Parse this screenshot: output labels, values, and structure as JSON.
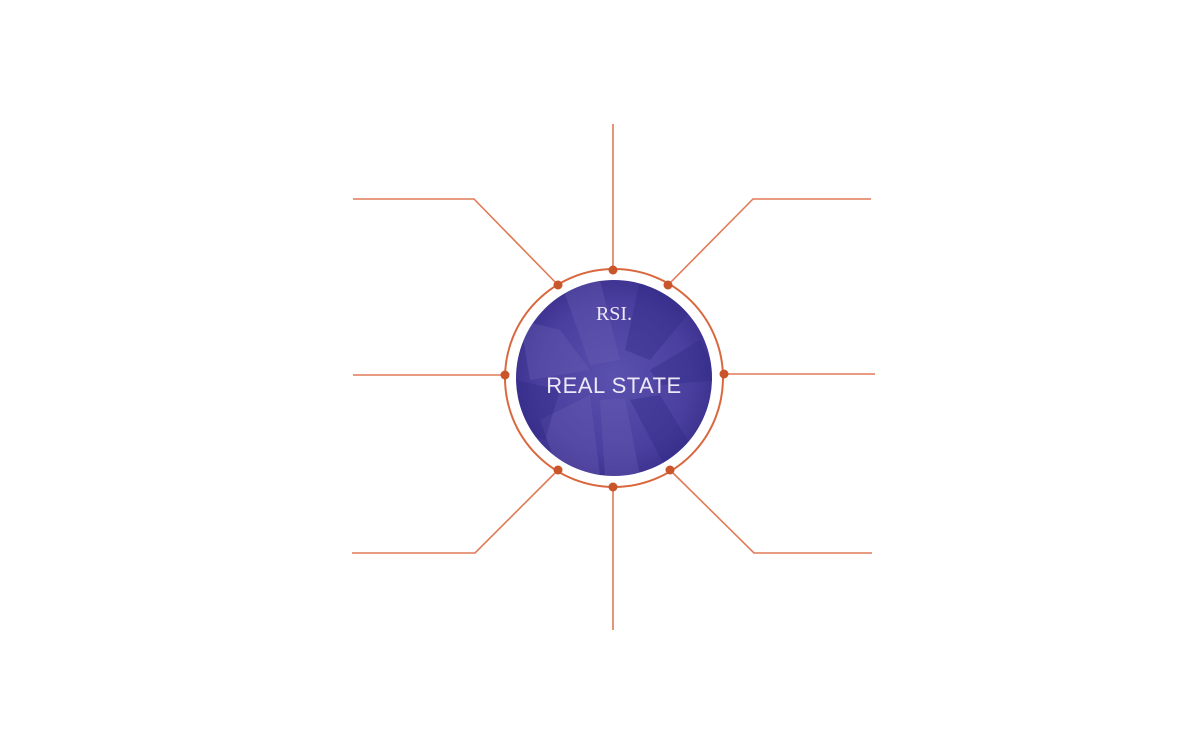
{
  "diagram": {
    "center_title": "REAL STATE",
    "logo_text": "RSI.",
    "colors": {
      "connector": "#e07a56",
      "ring": "#d9683f",
      "node_dot": "#c9552a",
      "disc_primary": "#4a3f9e",
      "disc_dark": "#3a2f8c",
      "text": "#ece8f7",
      "background": "#ffffff"
    },
    "branches": [
      {
        "id": "top-left",
        "label": ""
      },
      {
        "id": "top",
        "label": ""
      },
      {
        "id": "top-right",
        "label": ""
      },
      {
        "id": "left",
        "label": ""
      },
      {
        "id": "right",
        "label": ""
      },
      {
        "id": "bottom-left",
        "label": ""
      },
      {
        "id": "bottom",
        "label": ""
      },
      {
        "id": "bottom-right",
        "label": ""
      }
    ]
  }
}
